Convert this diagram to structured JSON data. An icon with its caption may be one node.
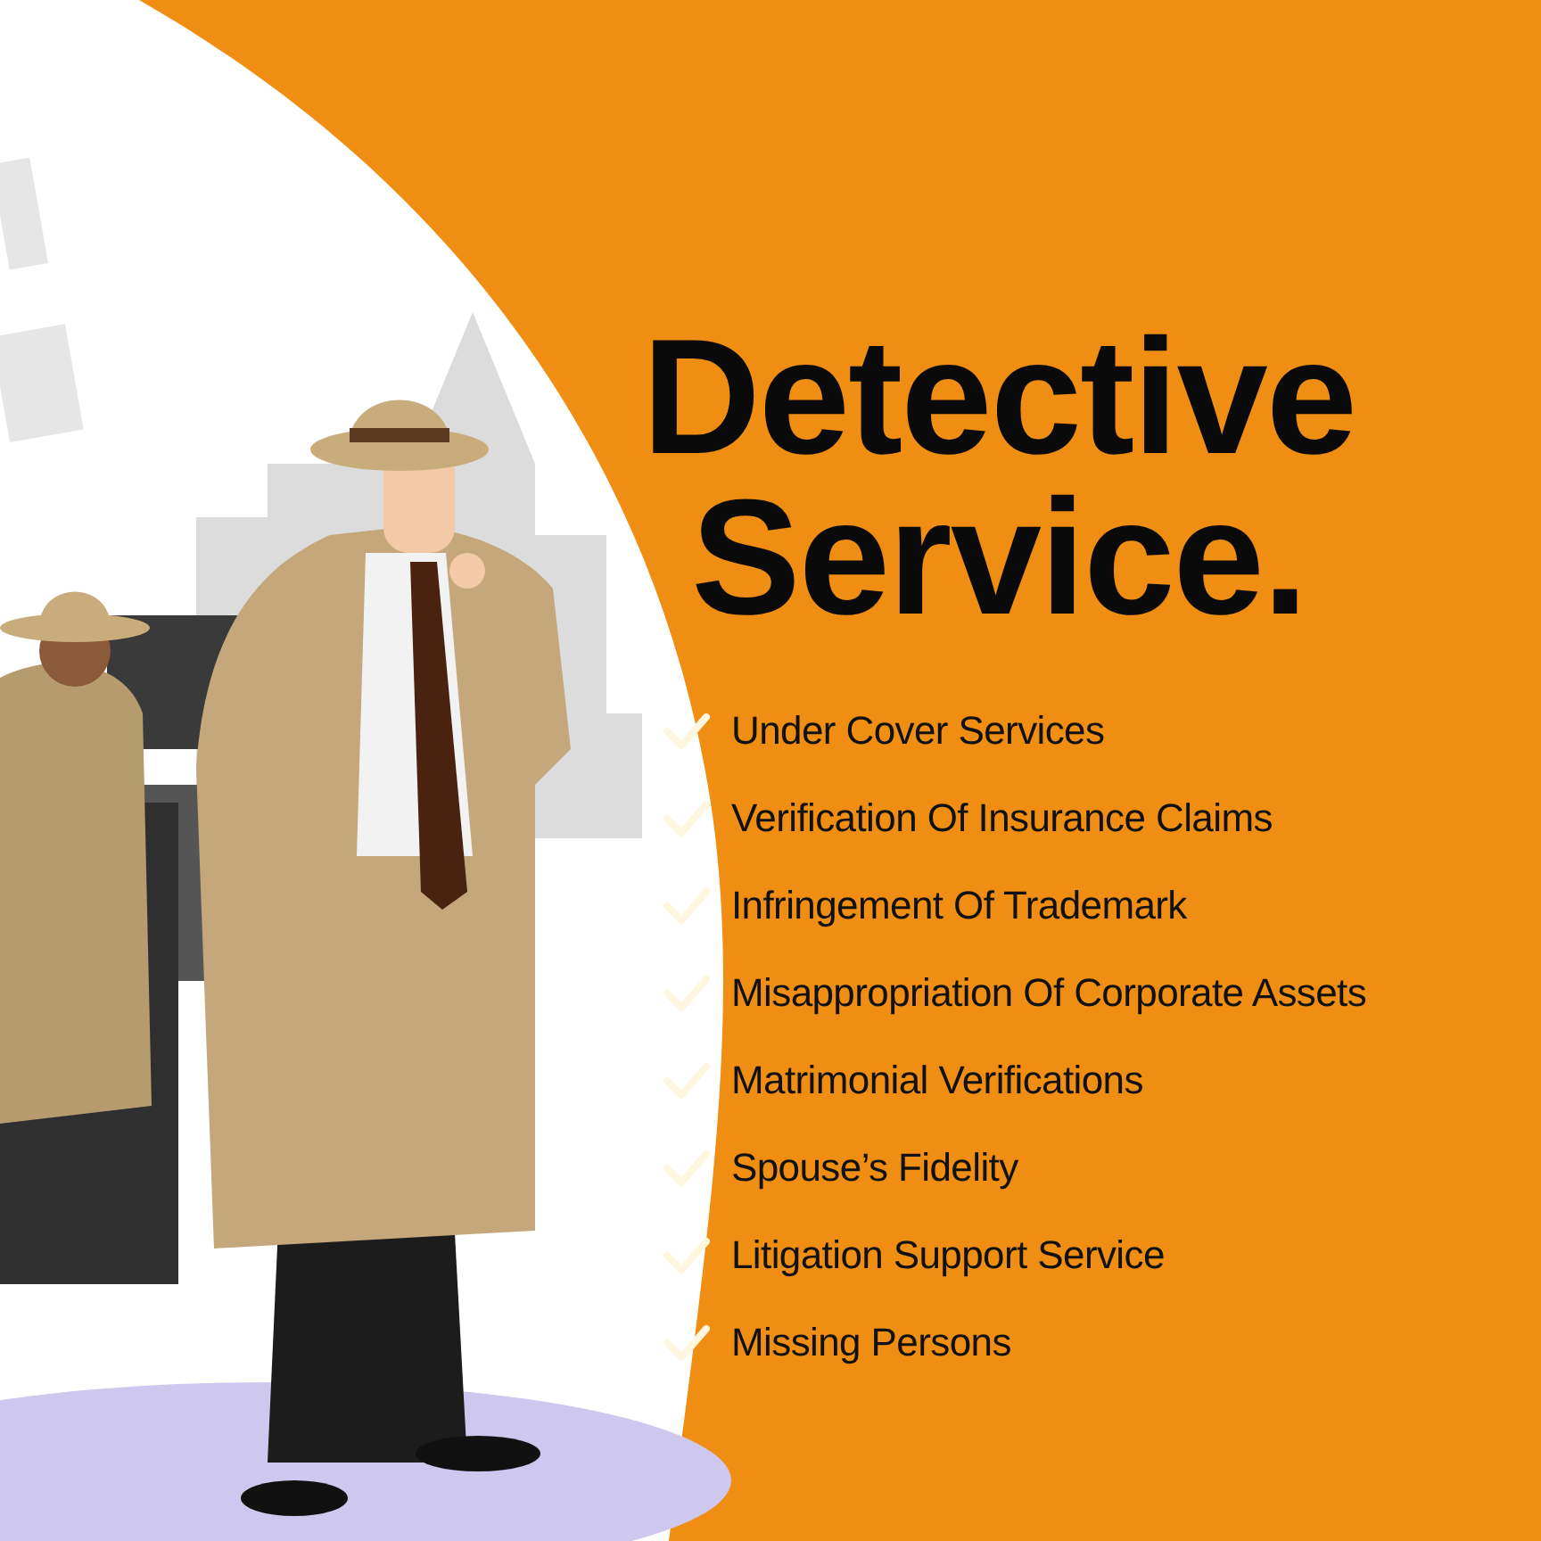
{
  "diagram": {
    "title": "Detective Service.",
    "labels": [
      "Under Cover Services",
      "Verification Of Insurance Claims",
      "Infringement Of Trademark",
      "Misappropriation Of Corporate Assets",
      "Matrimonial Verifications",
      "Spouse’s Fidelity",
      "Litigation Support Service",
      "Missing Persons"
    ]
  }
}
